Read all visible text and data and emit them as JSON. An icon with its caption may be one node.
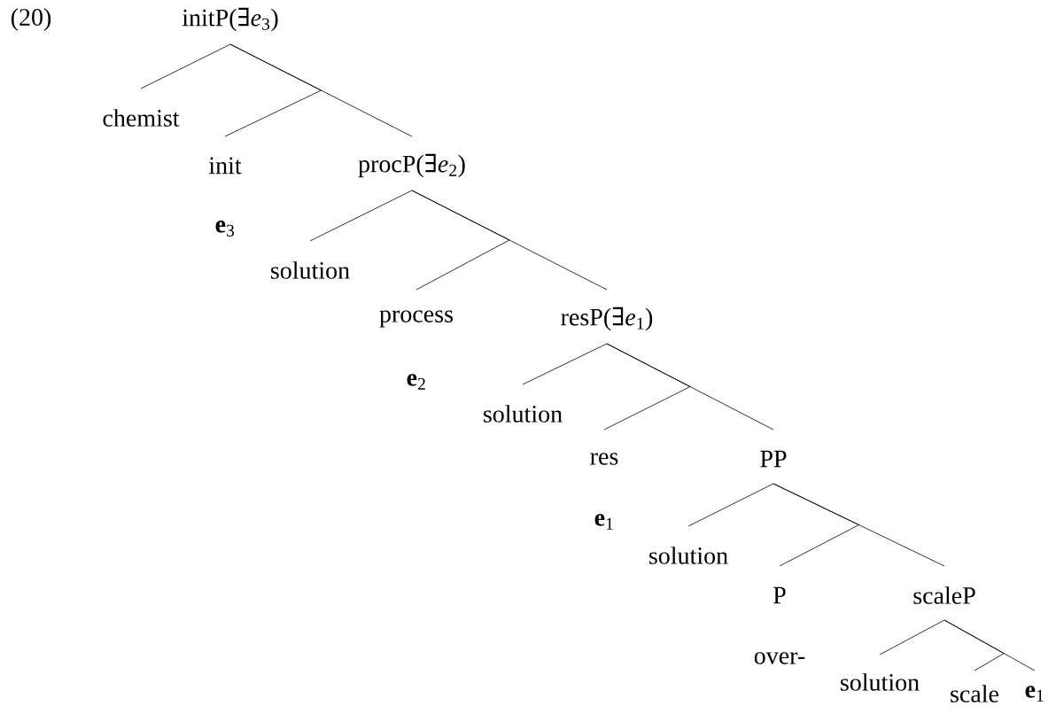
{
  "diagram": {
    "nodes": [
      {
        "text": [
          "initP(∃*e*$_{3}$)"
        ]
      },
      {
        "text": [
          "chemist"
        ]
      },
      {
        "text": [
          "init"
        ],
        "beside": [
          "**e**$_{3}$"
        ]
      },
      {
        "text": [
          "procP(∃*e*$_{2}$)"
        ]
      },
      {
        "text": [
          "solution"
        ]
      },
      {
        "text": [
          "process"
        ],
        "beside": [
          "**e**$_{2}$"
        ]
      },
      {
        "text": [
          "resP(∃*e*$_{1}$)"
        ]
      },
      {
        "text": [
          "solution"
        ]
      },
      {
        "text": [
          "res"
        ],
        "beside": [
          "**e**$_{1}$"
        ]
      },
      {
        "text": [
          "PP"
        ]
      },
      {
        "text": [
          "solution"
        ]
      },
      {
        "text": [
          "P"
        ],
        "beside": [
          "over-"
        ]
      },
      {
        "text": [
          "scaleP"
        ]
      },
      {
        "text": [
          "solution"
        ]
      },
      {
        "text": [
          "scale"
        ]
      },
      {
        "text": [
          "**e**$_{1}$"
        ]
      }
    ],
    "edges": [
      {
        "from": 0,
        "to": 1,
        "arrow": "none"
      },
      {
        "from": 0,
        "to": 2,
        "arrow": "none"
      },
      {
        "from": 0,
        "to": 3,
        "arrow": "none"
      },
      {
        "from": 3,
        "to": 4,
        "arrow": "none"
      },
      {
        "from": 3,
        "to": 5,
        "arrow": "none"
      },
      {
        "from": 3,
        "to": 6,
        "arrow": "none"
      },
      {
        "from": 6,
        "to": 7,
        "arrow": "none"
      },
      {
        "from": 6,
        "to": 8,
        "arrow": "none"
      },
      {
        "from": 6,
        "to": 9,
        "arrow": "none"
      },
      {
        "from": 9,
        "to": 10,
        "arrow": "none"
      },
      {
        "from": 9,
        "to": 11,
        "arrow": "none"
      },
      {
        "from": 9,
        "to": 12,
        "arrow": "none"
      },
      {
        "from": 12,
        "to": 13,
        "arrow": "none"
      },
      {
        "from": 12,
        "to": 14,
        "arrow": "none"
      },
      {
        "from": 12,
        "to": 15,
        "arrow": "none"
      }
    ],
    "labels": [
      "(20)"
    ]
  }
}
